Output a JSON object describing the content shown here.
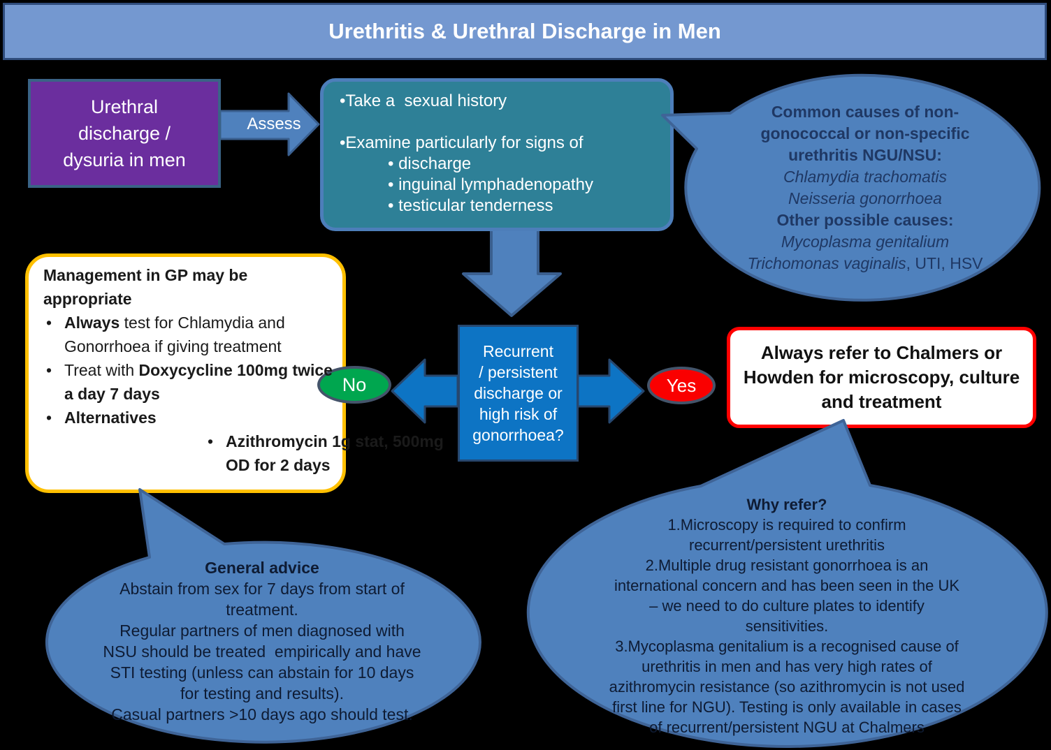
{
  "palette": {
    "background": "#000000",
    "title_bar_fill": "#7498D0",
    "title_bar_border": "#2F4C7C",
    "start_box_fill": "#6B2E9E",
    "start_box_border": "#3A6386",
    "assessment_box_fill": "#2E8097",
    "assessment_box_border": "#4D7EBA",
    "soft_arrow_fill": "#4F81BD",
    "soft_arrow_border": "#3A5F8F",
    "bubble_fill": "#4F81BD",
    "bubble_border": "#3F6497",
    "bubble_text_navy": "#1F3864",
    "bubble_text_dark": "#0E1B33",
    "decision_fill": "#0D74C4",
    "decision_border": "#27476E",
    "no_fill": "#00A64F",
    "yes_fill": "#FA0000",
    "badge_border": "#44546A",
    "gp_box_border": "#FFC000",
    "refer_box_border": "#FF0000"
  },
  "title_bar": {
    "title": "Urethritis & Urethral Discharge in Men"
  },
  "flow": {
    "start_box": {
      "lines": [
        "Urethral",
        "discharge /",
        "dysuria in men"
      ]
    },
    "assess_arrow_label": "Assess",
    "assessment_box": {
      "lines": [
        "•Take a  sexual history",
        "",
        "•Examine particularly for signs of",
        {
          "t": "• discharge",
          "cls": "ind"
        },
        {
          "t": "• inguinal lymphadenopathy",
          "cls": "ind"
        },
        {
          "t": "• testicular tenderness",
          "cls": "ind"
        }
      ]
    },
    "causes_bubble": {
      "lines": [
        {
          "seg": [
            {
              "t": "Common causes of non-",
              "b": true
            }
          ]
        },
        {
          "seg": [
            {
              "t": "gonococcal or non-specific",
              "b": true
            }
          ]
        },
        {
          "seg": [
            {
              "t": "urethritis NGU/NSU:",
              "b": true
            }
          ]
        },
        {
          "seg": [
            {
              "t": "Chlamydia trachomatis",
              "i": true
            }
          ]
        },
        {
          "seg": [
            {
              "t": "Neisseria gonorrhoea",
              "i": true
            }
          ]
        },
        {
          "seg": [
            {
              "t": "Other possible causes:",
              "b": true
            }
          ]
        },
        {
          "seg": [
            {
              "t": "Mycoplasma genitalium",
              "i": true
            }
          ]
        },
        {
          "seg": [
            {
              "t": "Trichomonas vaginalis",
              "i": true
            },
            {
              "t": ", UTI, HSV"
            }
          ]
        }
      ]
    },
    "decision_box": {
      "lines": [
        "Recurrent",
        "/ persistent",
        "discharge or",
        "high risk of",
        "gonorrhoea?"
      ]
    },
    "no_label": "No",
    "yes_label": "Yes",
    "gp_management_box": {
      "lines": [
        {
          "seg": [
            {
              "t": "Management in GP may be",
              "b": true
            }
          ]
        },
        {
          "seg": [
            {
              "t": "appropriate",
              "b": true
            }
          ]
        },
        {
          "bullet": 1,
          "seg": [
            {
              "t": "Always",
              "b": true
            },
            {
              "t": " test for Chlamydia and"
            }
          ]
        },
        {
          "cont": 1,
          "seg": [
            {
              "t": "Gonorrhoea if giving treatment"
            }
          ]
        },
        {
          "bullet": 1,
          "seg": [
            {
              "t": "Treat with "
            },
            {
              "t": "Doxycycline 100mg twice",
              "b": true
            }
          ]
        },
        {
          "cont": 1,
          "seg": [
            {
              "t": "a day 7 days",
              "b": true
            }
          ]
        },
        {
          "bullet": 1,
          "seg": [
            {
              "t": "Alternatives",
              "b": true
            }
          ]
        },
        {
          "bullet": 2,
          "seg": [
            {
              "t": "Azithromycin 1g stat, 500mg",
              "b": true
            }
          ]
        },
        {
          "cont": 2,
          "seg": [
            {
              "t": "OD for 2 days",
              "b": true
            }
          ]
        }
      ]
    },
    "refer_box": {
      "lines": [
        {
          "seg": [
            {
              "t": "Always refer to Chalmers or",
              "b": true
            }
          ]
        },
        {
          "seg": [
            {
              "t": "Howden for microscopy, culture",
              "b": true
            }
          ]
        },
        {
          "seg": [
            {
              "t": "and treatment",
              "b": true
            }
          ]
        }
      ]
    },
    "general_advice_bubble": {
      "lines": [
        {
          "seg": [
            {
              "t": "General advice",
              "b": true
            }
          ]
        },
        "Abstain from sex for 7 days from start of",
        "treatment.",
        "Regular partners of men diagnosed with",
        "NSU should be treated  empirically and have",
        "STI testing (unless can abstain for 10 days",
        "for testing and results).",
        "Casual partners >10 days ago should test."
      ]
    },
    "why_refer_bubble": {
      "lines": [
        {
          "seg": [
            {
              "t": "Why refer?",
              "b": true
            }
          ]
        },
        "1.Microscopy is required to confirm",
        "recurrent/persistent urethritis",
        "2.Multiple drug resistant gonorrhoea is an",
        "international concern and has been seen in the UK",
        "– we need to do culture plates to identify",
        "sensitivities.",
        "3.Mycoplasma genitalium is a recognised cause of",
        "urethritis in men and has very high rates of",
        "azithromycin resistance (so azithromycin is not used",
        "first line for NGU). Testing is only available in cases",
        "of recurrent/persistent NGU at Chalmers"
      ]
    }
  }
}
